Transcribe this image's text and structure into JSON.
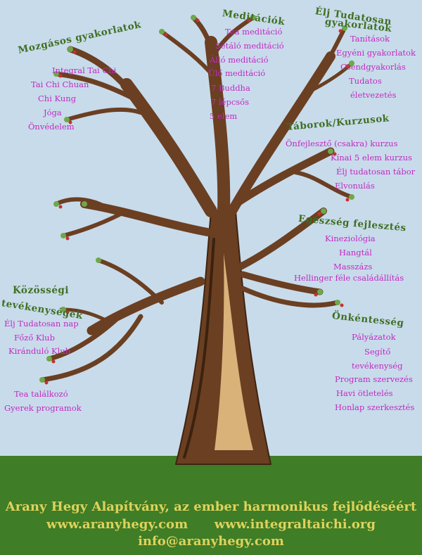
{
  "sections": {
    "mozgasos": {
      "title": "Mozgásos gyakorlatok",
      "items": [
        "Integral Tai Chi",
        "Tai Chi Chuan",
        "Chi Kung",
        "Jóga",
        "Önvédelem"
      ]
    },
    "meditaciok": {
      "title": "Meditációk",
      "items": [
        "Tea meditáció",
        "Sétáló meditáció",
        "Álló meditáció",
        "Ülő meditáció",
        "7 Buddha",
        "7 lépcsős",
        "5 elem"
      ]
    },
    "elj": {
      "title_line1": "Élj Tudatosan",
      "title_line2": "gyakorlatok",
      "items": [
        "Tanítások",
        "Egyéni gyakorlatok",
        "Csendgyakorlás",
        "Tudatos",
        "életvezetés"
      ]
    },
    "taborok": {
      "title": "Táborok/Kurzusok",
      "items": [
        "Önfejlesztő (csakra) kurzus",
        "Kínai 5 elem kurzus",
        "Élj tudatosan tábor",
        "Elvonulás"
      ]
    },
    "egeszseg": {
      "title": "Egészség fejlesztés",
      "items": [
        "Kineziológia",
        "Hangtál",
        "Masszázs",
        "Hellinger féle családállítás"
      ]
    },
    "kozossegi": {
      "title_line1": "Közösségi",
      "title_line2": "tevékenységek",
      "items": [
        "Élj Tudatosan nap",
        "Főző Klub",
        "Kiránduló Klub",
        "Tea találkozó",
        "Gyerek programok"
      ]
    },
    "onkentesseg": {
      "title": "Önkéntesség",
      "items": [
        "Pályázatok",
        "Segítő",
        "tevékenység",
        "Program szervezés",
        "Havi ötletelés",
        "Honlap szerkesztés"
      ]
    }
  },
  "footer": {
    "line1": "Arany Hegy Alapítvány, az ember harmonikus fejlődéséért",
    "site1": "www.aranyhegy.com",
    "site2": "www.integraltaichi.org",
    "email": "info@aranyhegy.com"
  },
  "colors": {
    "sky": "#c8dbeb",
    "ground": "#3f7d26",
    "heading": "#3f6f22",
    "item": "#c22ac2",
    "footer": "#dfd25c",
    "bark": "#6b3f22"
  }
}
